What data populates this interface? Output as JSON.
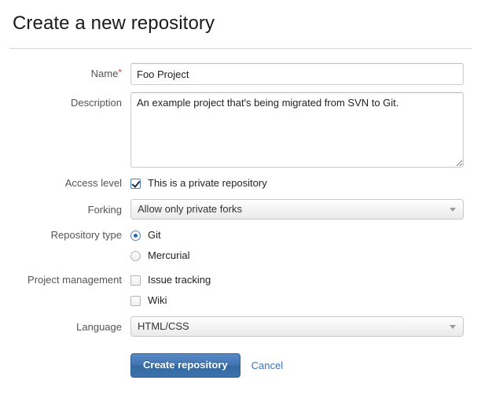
{
  "header": {
    "title": "Create a new repository"
  },
  "form": {
    "name": {
      "label": "Name",
      "required_marker": "*",
      "value": "Foo Project",
      "placeholder": ""
    },
    "description": {
      "label": "Description",
      "value": "An example project that's being migrated from SVN to Git.",
      "placeholder": ""
    },
    "access_level": {
      "label": "Access level",
      "checkbox_label": "This is a private repository",
      "checked": true
    },
    "forking": {
      "label": "Forking",
      "selected": "Allow only private forks"
    },
    "repository_type": {
      "label": "Repository type",
      "options": [
        {
          "label": "Git",
          "selected": true
        },
        {
          "label": "Mercurial",
          "selected": false
        }
      ]
    },
    "project_management": {
      "label": "Project management",
      "options": [
        {
          "label": "Issue tracking",
          "checked": false
        },
        {
          "label": "Wiki",
          "checked": false
        }
      ]
    },
    "language": {
      "label": "Language",
      "selected": "HTML/CSS"
    },
    "actions": {
      "submit_label": "Create repository",
      "cancel_label": "Cancel"
    }
  },
  "colors": {
    "accent_blue": "#3d72b3",
    "link_blue": "#3b73b9",
    "required_red": "#d9471f",
    "label_gray": "#555555",
    "border_gray": "#cccccc"
  }
}
